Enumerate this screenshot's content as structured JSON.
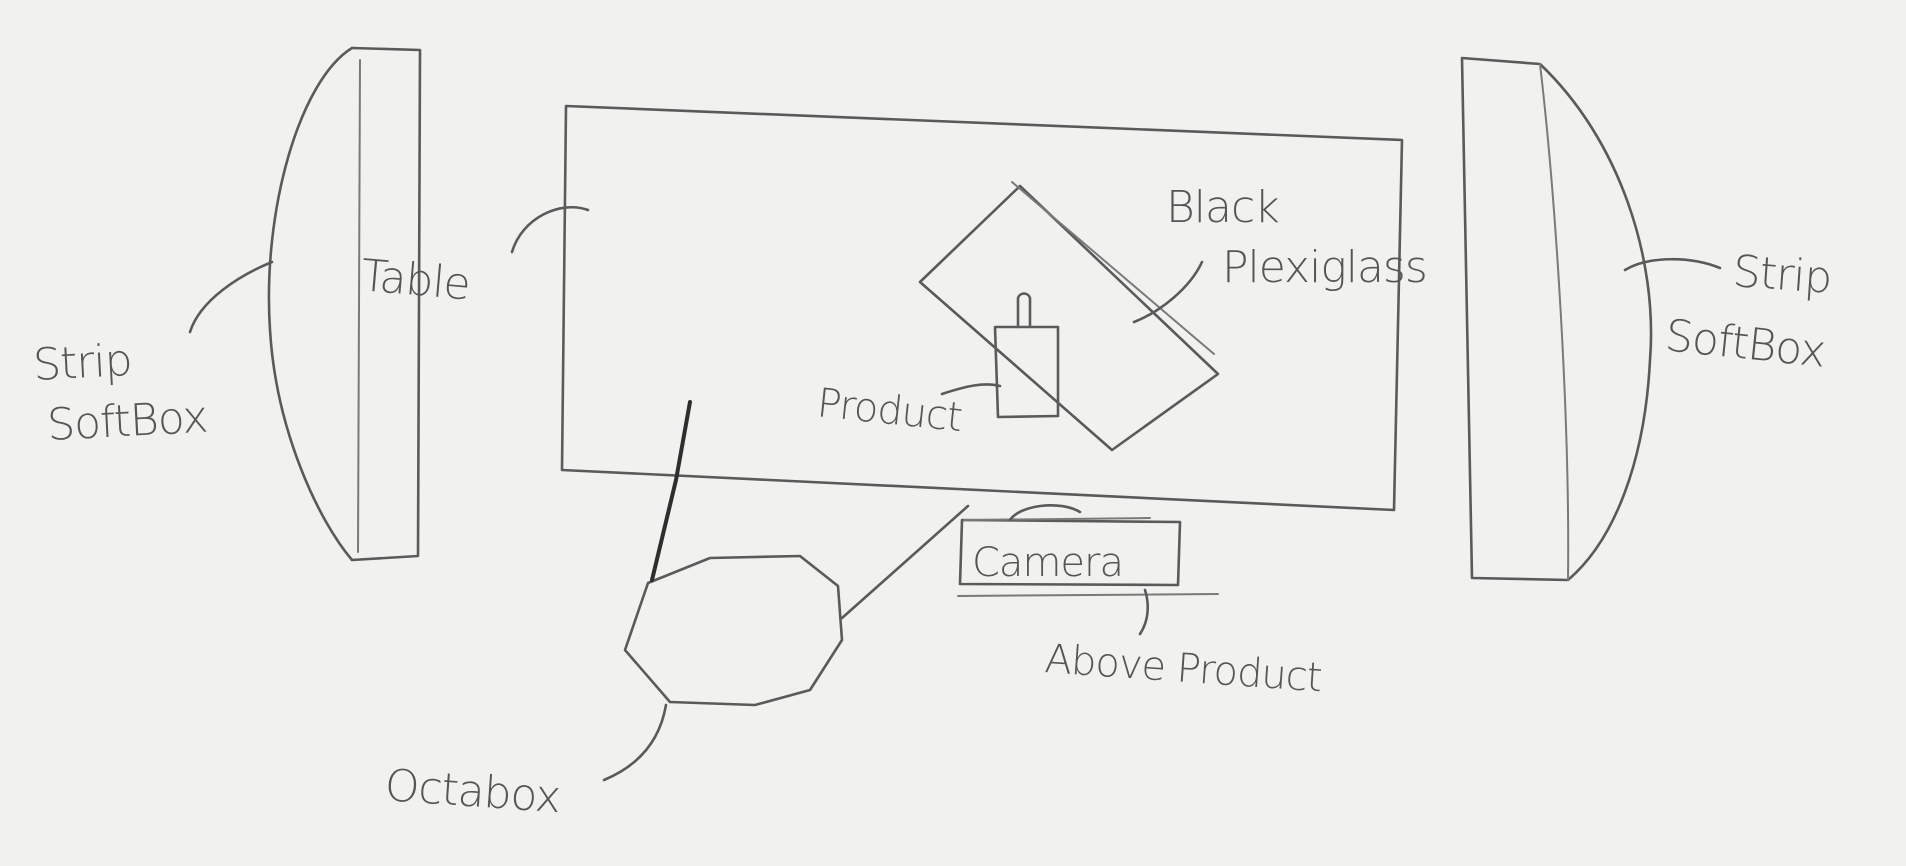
{
  "labels": {
    "left_softbox_line1": "Strip",
    "left_softbox_line2": "SoftBox",
    "right_softbox_line1": "Strip",
    "right_softbox_line2": "SoftBox",
    "table": "Table",
    "plexiglass_line1": "Black",
    "plexiglass_line2": "Plexiglass",
    "product": "Product",
    "camera": "Camera",
    "camera_note": "Above Product",
    "octabox": "Octabox"
  },
  "colors": {
    "paper": "#f1f1ef",
    "pencil": "#5a5a5a"
  }
}
